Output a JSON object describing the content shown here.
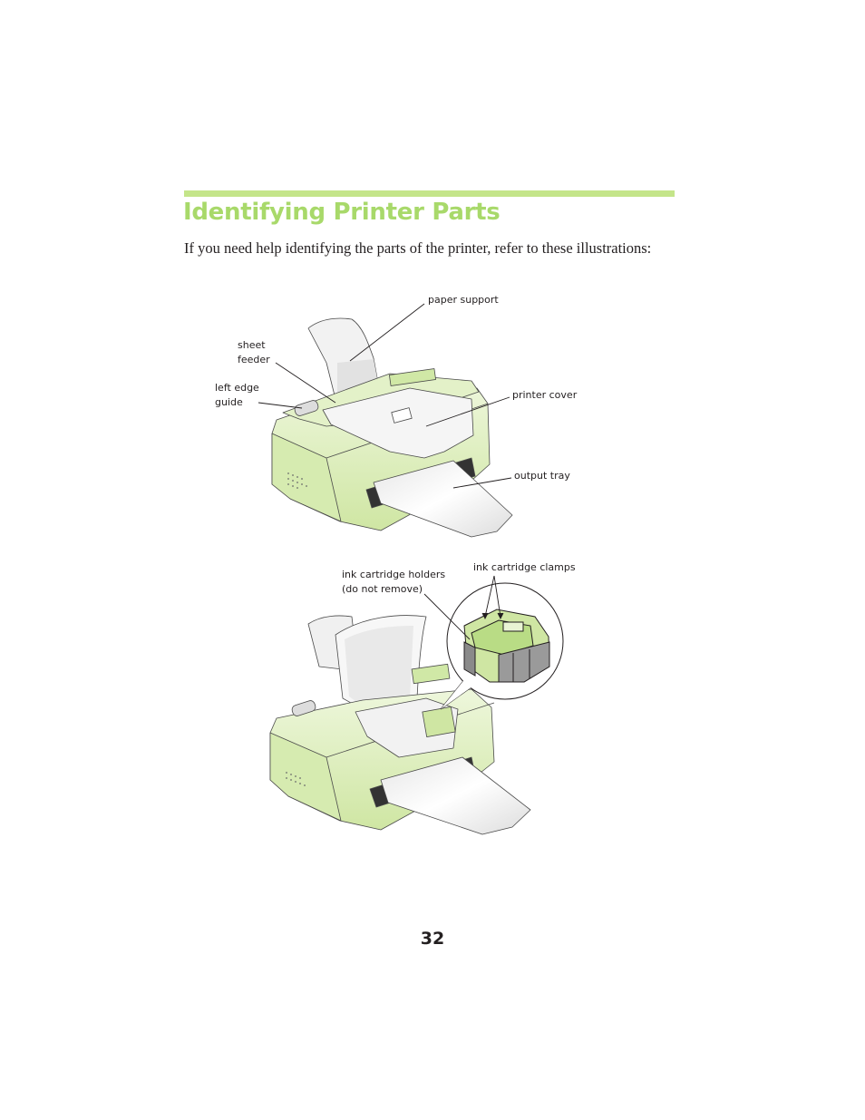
{
  "heading": "Identifying Printer Parts",
  "intro": "If you need help identifying the parts of the printer, refer to these illustrations:",
  "figure1": {
    "labels": {
      "paper_support": "paper support",
      "sheet_feeder": [
        "sheet",
        "feeder"
      ],
      "left_edge_guide": [
        "left edge",
        "guide"
      ],
      "printer_cover": "printer cover",
      "output_tray": "output tray"
    }
  },
  "figure2": {
    "labels": {
      "ink_cartridge_holders": [
        "ink cartridge holders",
        "(do not remove)"
      ],
      "ink_cartridge_clamps": "ink cartridge clamps"
    }
  },
  "page_number": "32",
  "colors": {
    "accent_green": "#a8d96a",
    "rule_green": "#c4e58a",
    "printer_body": "#d9ecb4"
  }
}
